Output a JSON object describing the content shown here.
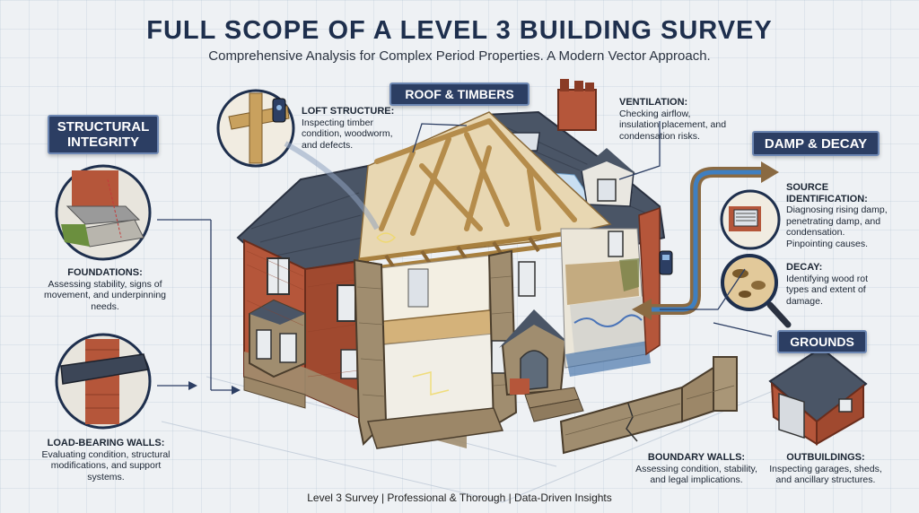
{
  "title": "FULL SCOPE OF A LEVEL 3 BUILDING SURVEY",
  "subtitle": "Comprehensive Analysis for Complex Period Properties. A Modern Vector Approach.",
  "sections": {
    "structural": "STRUCTURAL INTEGRITY",
    "roof": "ROOF & TIMBERS",
    "damp": "DAMP & DECAY",
    "grounds": "GROUNDS"
  },
  "callouts": {
    "foundations": {
      "heading": "FOUNDATIONS:",
      "body": "Assessing stability, signs of movement, and underpinning needs."
    },
    "load_bearing": {
      "heading": "LOAD-BEARING WALLS:",
      "body": "Evaluating condition, structural modifications, and support systems."
    },
    "loft": {
      "heading": "LOFT STRUCTURE:",
      "body": "Inspecting timber condition, woodworm, and defects."
    },
    "ventilation": {
      "heading": "VENTILATION:",
      "body": "Checking airflow, insulation placement, and condensation risks."
    },
    "source": {
      "heading": "SOURCE IDENTIFICATION:",
      "body": "Diagnosing rising damp, penetrating damp, and condensation. Pinpointing causes."
    },
    "decay": {
      "heading": "DECAY:",
      "body": "Identifying wood rot types and extent of damage."
    },
    "boundary": {
      "heading": "BOUNDARY WALLS:",
      "body": "Assessing condition, stability, and legal implications."
    },
    "outbuildings": {
      "heading": "OUTBUILDINGS:",
      "body": "Inspecting garages, sheds, and ancillary structures."
    }
  },
  "footer": "Level 3 Survey | Professional & Thorough | Data-Driven Insights",
  "colors": {
    "navy": "#2c3e63",
    "brick": "#b5563a",
    "stone": "#a08d6f",
    "slate": "#4a5566",
    "timber": "#c9a15e",
    "arrow_brown": "#8a6a42",
    "arrow_blue": "#3f7fc0"
  }
}
